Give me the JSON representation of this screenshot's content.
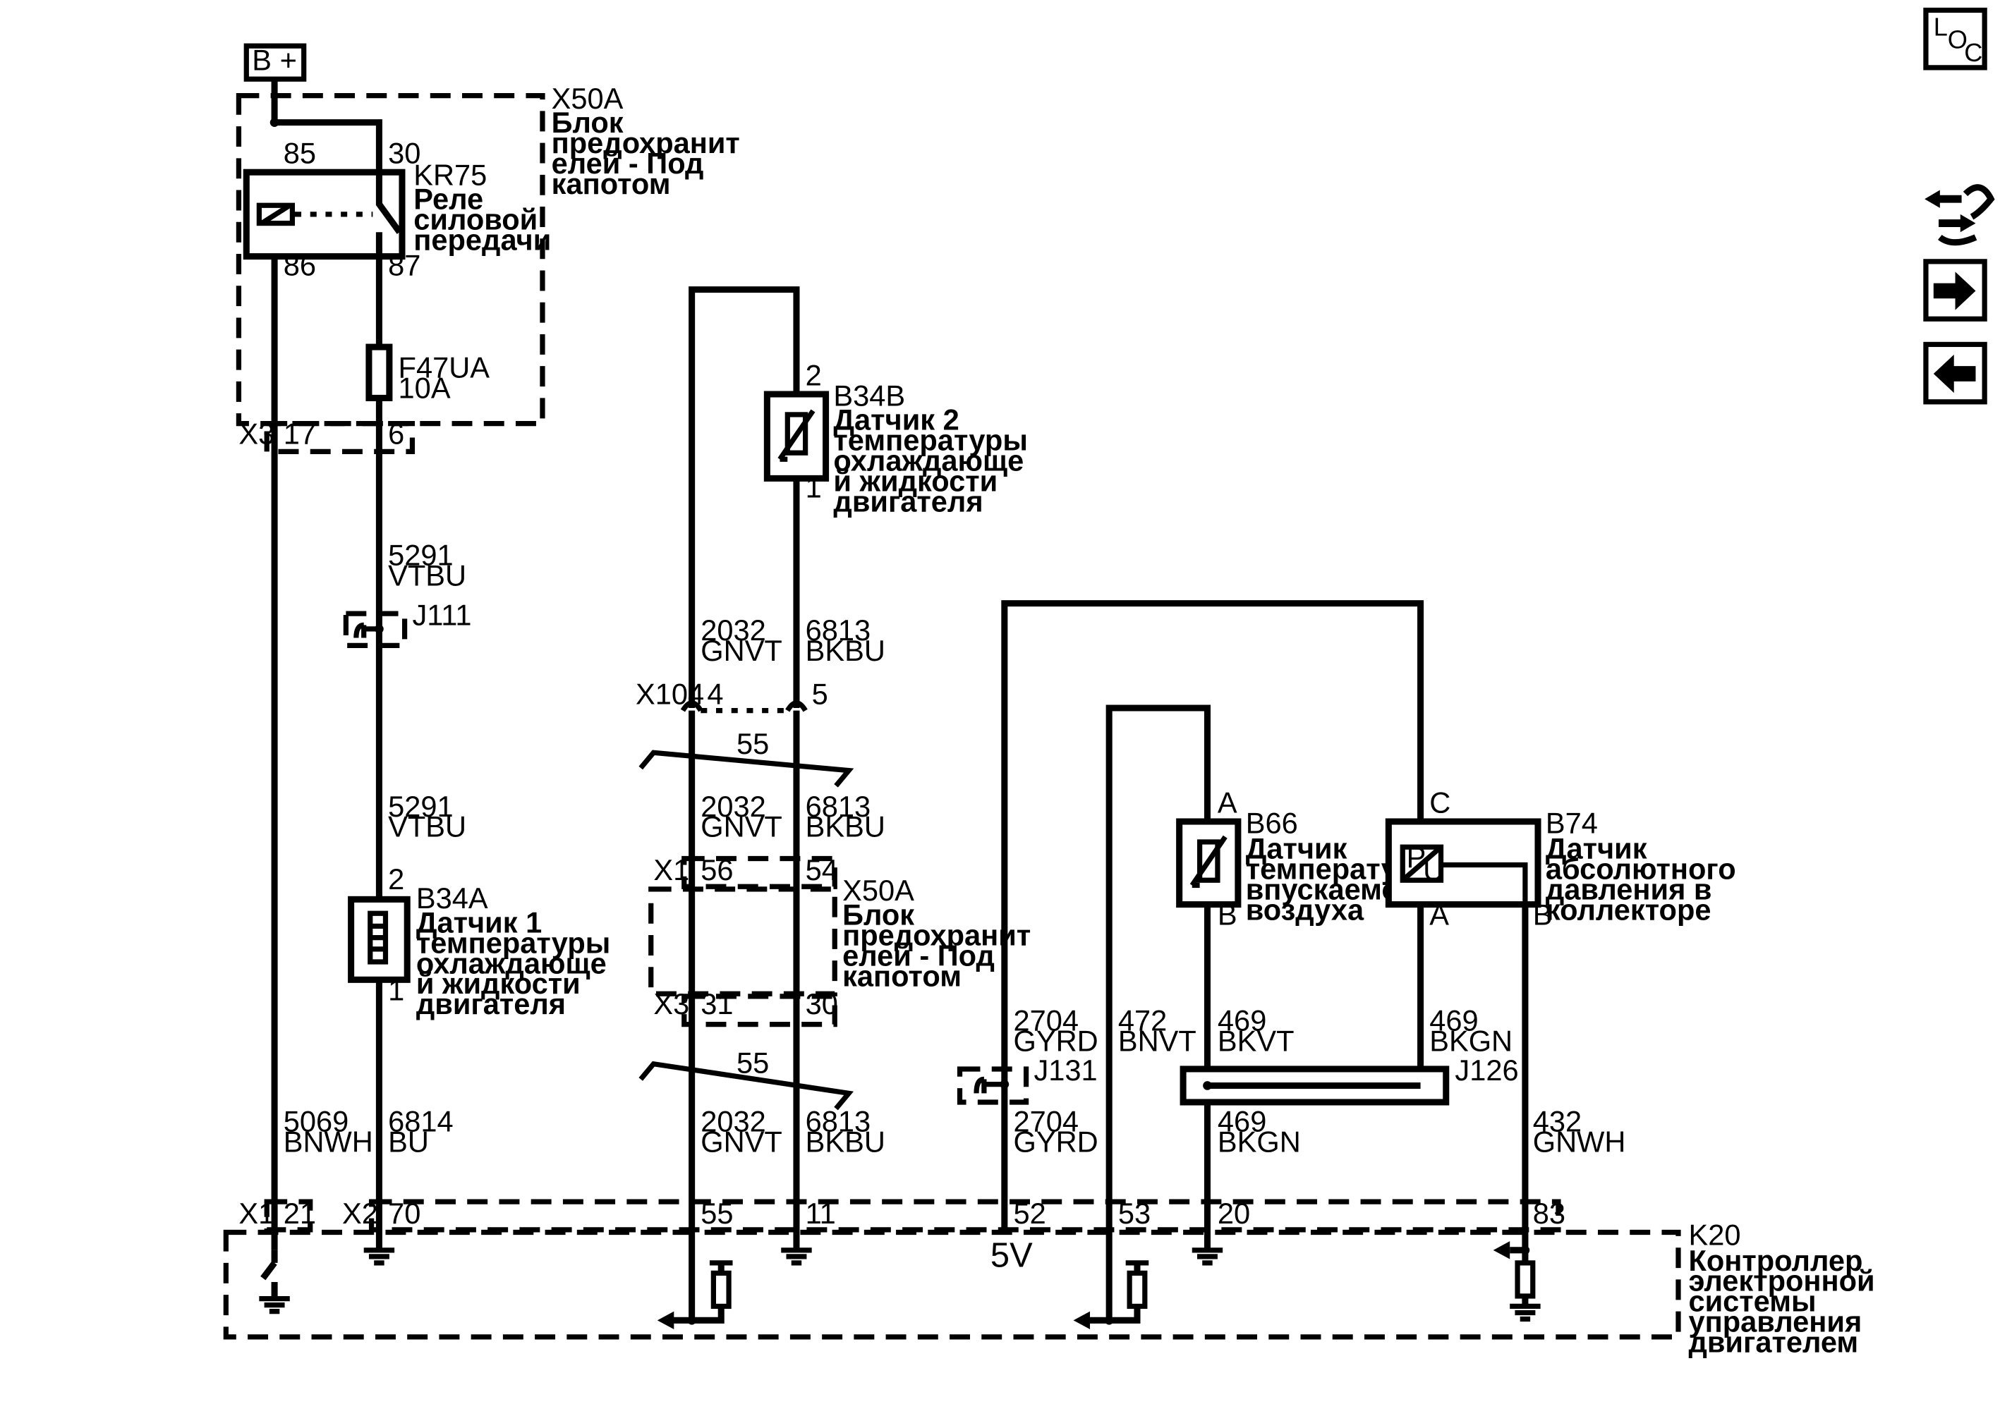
{
  "supply": {
    "label": "B +"
  },
  "fuse_block": {
    "ref": "X50A",
    "name": [
      "Блок",
      "предохранит",
      "елей - Под",
      "капотом"
    ]
  },
  "relay": {
    "ref": "KR75",
    "name": [
      "Реле",
      "силовой",
      "передачи"
    ],
    "pins": {
      "p85": "85",
      "p30": "30",
      "p86": "86",
      "p87": "87"
    }
  },
  "fuse": {
    "ref": "F47UA",
    "rating": "10A"
  },
  "connector_x3_top": {
    "ref": "X3",
    "pin_a": "17",
    "pin_b": "6"
  },
  "wire_5291_top": {
    "circuit": "5291",
    "color": "VTBU"
  },
  "splice_j111": {
    "ref": "J111"
  },
  "wire_5291_bottom": {
    "circuit": "5291",
    "color": "VTBU"
  },
  "sensor_b34a": {
    "ref": "B34A",
    "pin_top": "2",
    "pin_bottom": "1",
    "name": [
      "Датчик 1",
      "температуры",
      "охлаждающе",
      "й жидкости",
      "двигателя"
    ]
  },
  "sensor_b34b": {
    "ref": "B34B",
    "pin_top": "2",
    "pin_bottom": "1",
    "name": [
      "Датчик 2",
      "температуры",
      "охлаждающе",
      "й жидкости",
      "двигателя"
    ]
  },
  "wire_2032_a": {
    "circuit": "2032",
    "color": "GNVT"
  },
  "wire_6813_a": {
    "circuit": "6813",
    "color": "BKBU"
  },
  "connector_x104": {
    "ref": "X104",
    "pin_a": "4",
    "pin_b": "5"
  },
  "break_1": {
    "label": "55"
  },
  "wire_2032_b": {
    "circuit": "2032",
    "color": "GNVT"
  },
  "wire_6813_b": {
    "circuit": "6813",
    "color": "BKBU"
  },
  "fuse_block_2": {
    "ref": "X50A",
    "name": [
      "Блок",
      "предохранит",
      "елей - Под",
      "капотом"
    ],
    "x1_ref": "X1",
    "x1_pin_a": "56",
    "x1_pin_b": "54",
    "x3_ref": "X3",
    "x3_pin_a": "31",
    "x3_pin_b": "30"
  },
  "break_2": {
    "label": "55"
  },
  "wire_2032_c": {
    "circuit": "2032",
    "color": "GNVT"
  },
  "wire_6813_c": {
    "circuit": "6813",
    "color": "BKBU"
  },
  "wire_5069": {
    "circuit": "5069",
    "color": "BNWH"
  },
  "wire_6814": {
    "circuit": "6814",
    "color": "BU"
  },
  "sensor_b66": {
    "ref": "B66",
    "pin_top": "A",
    "pin_bottom": "B",
    "name": [
      "Датчик",
      "температуры",
      "впускаемого",
      "воздуха"
    ]
  },
  "sensor_b74": {
    "ref": "B74",
    "pin_c": "C",
    "pin_a": "A",
    "pin_b": "B",
    "symbol_p": "P",
    "symbol_u": "U",
    "name": [
      "Датчик",
      "абсолютного",
      "давления в",
      "коллекторе"
    ]
  },
  "wire_2704_top": {
    "circuit": "2704",
    "color": "GYRD"
  },
  "wire_472": {
    "circuit": "472",
    "color": "BNVT"
  },
  "wire_469_bkvt": {
    "circuit": "469",
    "color": "BKVT"
  },
  "wire_469_bkgn_top": {
    "circuit": "469",
    "color": "BKGN"
  },
  "splice_j131": {
    "ref": "J131"
  },
  "splice_j126": {
    "ref": "J126"
  },
  "wire_2704_bottom": {
    "circuit": "2704",
    "color": "GYRD"
  },
  "wire_469_bkgn_bottom": {
    "circuit": "469",
    "color": "BKGN"
  },
  "wire_432": {
    "circuit": "432",
    "color": "GNWH"
  },
  "ecm": {
    "ref": "K20",
    "name": [
      "Контроллер",
      "электронной",
      "системы",
      "управления",
      "двигателем"
    ],
    "x1_ref": "X1",
    "x2_ref": "X2",
    "pins": [
      "21",
      "70",
      "55",
      "11",
      "52",
      "53",
      "20",
      "83"
    ],
    "supply_label": "5V"
  },
  "loc_button": {
    "l": "L",
    "o": "O",
    "c": "C"
  },
  "icons": {
    "route": "route-arrows-icon",
    "forward": "arrow-right-icon",
    "back": "arrow-left-icon"
  }
}
